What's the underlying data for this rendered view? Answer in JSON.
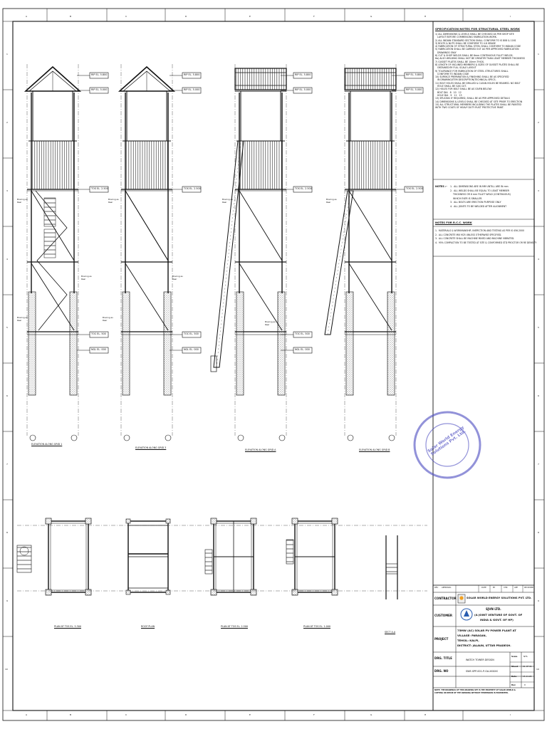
{
  "grid": {
    "top_letters": [
      "A",
      "B",
      "C",
      "D",
      "E",
      "F",
      "G",
      "H",
      "I"
    ],
    "side_numbers": [
      "1",
      "2",
      "3",
      "4",
      "5",
      "6",
      "7",
      "8",
      "9",
      "10"
    ]
  },
  "spec": {
    "title": "SPECIFICATION NOTES FOR STRUCTURAL STEEL WORK",
    "items": [
      "1) ALL DIMENSIONS & LEVELS SHALL BE CHECKED AS PER SHOP SITE",
      "   LAYOUT BEFORE COMMENCING FABRICATION WORK.",
      "2) ALL INDIAN STANDARD SECTION SHALL CONFORM TO IS 808 & 1161",
      "3) BOLTS & NUTS SHALL BE CONFORM TO 4.6 GRADE",
      "4) FABRICATION OF STRUCTURAL STEEL SHALL CONFORM TO INDIAN CODE",
      "5) FABRICATION SHALL BE CARRIED OUT AS PER APPROVED FABRICATION",
      "   DRAWINGS ONLY",
      "6) CUT & SHOP WELDS SHALL BE 6mm CONTINUOUS FILLET WELDS.",
      "6a) ALSO WELDING SHALL NOT BE GREATER THAN LEAST MEMBER THICKNESS",
      "7) GUSSET PLATES SHALL BE 10mm THICK.",
      "8) LENGTH OF INCLINED MEMBERS & SIZES OF GUSSET PLATES SHALL BE",
      "   OBTAINED BY FULL SCALE LAYOUT",
      "9) TOLERANCE FOR FABRICATION OF STEEL STRUCTURES SHALL",
      "   CONFORM TO INDIAN CODE",
      "10) SURFACE PREPARATION & FINISHING SHALL BE AS SPECIFIED",
      "   IN DRAWING/ITEM DESCRIPTION/TECHNICAL SPECS.",
      "11) BOLT HOLES SHALL BE DRILLED & CLEAN HOLES BE REAMED. NO BOLT",
      "   HOLE SHALL BE GAS CUT.",
      "12) HOLES FOR BOLT SHALL BE AS GIVEN BELOW:",
      "   BOLT DIA   8   10   12",
      "   HOLE DIA   9   11   13",
      "13) SPLICING IF REQUIRED, SHALL BE AS PER APPROVED DETAILS",
      "14) DIMENSIONS & LEVELS SHALL BE CHECKED AT SITE PRIOR TO ERECTION",
      "15) ALL STRUCTURAL MEMBERS INCLUDING THE PLATES SHALL BE PAINTED",
      "WITH TWO COATS OF HEAVY DUTY RUST PROTECTIVE PAINT."
    ]
  },
  "notes": {
    "label": "NOTES :-",
    "items": [
      "1.  ALL DIMENSIONS ARE IN MM UNTILL ARE IN mm",
      "2.  ALL WELDS SHALL BE EQUAL TO LEAST MEMBER",
      "    THICKNESS OR 6 mm FILLET WELD (CONTINUOUS)",
      "    WHICH EVER IS SMALLER.",
      "3.  ALL BOLTS ARE ERECTION PURPOSE ONLY",
      "4.  ALL JOINTS TO BE WELDED AFTER ALIGNMENT"
    ]
  },
  "rcc": {
    "title": "NOTES FOR R.C.C. WORK",
    "items": [
      "1.  MATERIALS & WORKMANSHIP, INSPECTION AND TESTING AS PER IS 456-2000",
      "2.  ALL CONCRETE MIX M25 UNLESS OTHERWISE SPECIFIED.",
      "3.  ALL CONCRETE SHALL BE MACHINE MIXED AND MACHINE VIBRATED.",
      "4.  95% COMPACTION TO BE TESTED AT SITE & CONFORMED STD PROCTOR OR RE DENSITY"
    ]
  },
  "levels": {
    "ridge": "RIP EL. 5.800",
    "eave": "RIP EL. 5.000",
    "floor": "TOS EL. 2.500",
    "toc": "TOC EL. 500",
    "ngl": "NGL EL. 000",
    "bracing": "Bracing as Rear"
  },
  "elevations": [
    {
      "label": "ELEVATION ALONG GRID 1"
    },
    {
      "label": "ELEVATION ALONG GRID 3"
    },
    {
      "label": "ELEVATION ALONG GRID A"
    },
    {
      "label": "ELEVATION ALONG GRID B"
    }
  ],
  "plans": [
    {
      "label": "PLAN AT TOS EL. 5.300"
    },
    {
      "label": "ROOF PLAN"
    },
    {
      "label": "PLAN AT TOS EL. 2.500"
    },
    {
      "label": "PLAN AT TOS EL. 1.000"
    },
    {
      "label": "SECT A-A"
    }
  ],
  "stamp": {
    "ring_text": "Solar World Energy Solutions Pvt. Ltd."
  },
  "title_block": {
    "rev_header": [
      "REV",
      "APPROVAL",
      "DATE",
      "BY",
      "CHK",
      "APP",
      "RE-STAMP"
    ],
    "contractor_label": "CONTRACTOR",
    "contractor": "SOLAR WORLD ENERGY SOLUTIONS PVT. LTD.",
    "customer_label": "CUSTOMER",
    "customer_name": "SJVN LTD.",
    "customer_line2": "(A JOINT VENTURE OF GOVT. OF",
    "customer_line3": "INDIA & GOVT. OF HP)",
    "project_label": "PROJECT",
    "project_line1": "75MW (AC) SOLAR PV POWER PLANT AT",
    "project_line2": "VILLAGE:    PARASAN,",
    "project_line3": "TEHSIL:       KALPI,",
    "project_line4": "DISTRICT:   JALAUN, UTTAR PRADESH.",
    "drg_title_label": "DRG. TITLE",
    "drg_title": "WATCH TOWER DESIGN",
    "drg_no_label": "DRG. NO",
    "drg_no": "SWE-SPP-001-P-GA-XXXXX",
    "scale_label": "Scale",
    "scale": "NTS",
    "sheet_label": "Sheet",
    "sheet": "01 OF 01",
    "date_label": "Date",
    "date": "15.11.22",
    "rev_label": "Rev",
    "rev": "0",
    "note": "NOTE: THE DRAWINGS OF THIS DRAWING SET IS THE PROPERTY OF SOLAR WORLD &",
    "note2": "COPYING OR REUSE OF THE DRAWING WITHOUT PERMISSION IS PROHIBITED."
  }
}
